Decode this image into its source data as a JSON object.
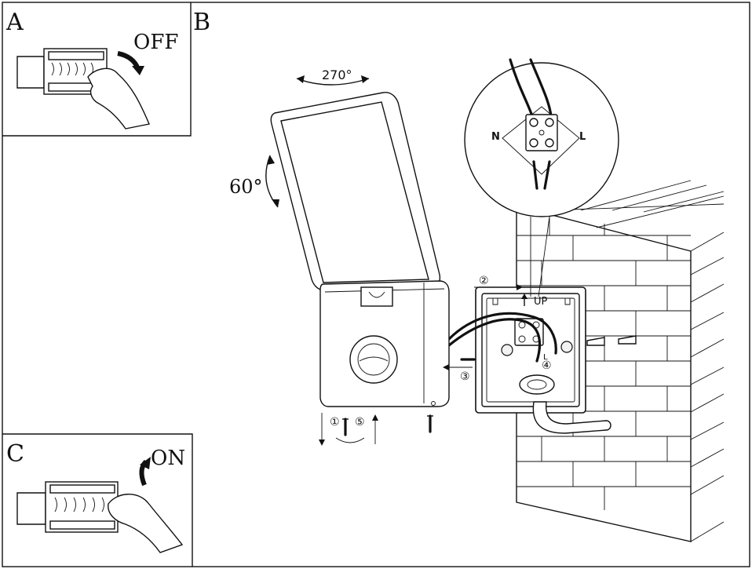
{
  "panels": {
    "a": {
      "letter": "A",
      "action": "OFF"
    },
    "b": {
      "letter": "B"
    },
    "c": {
      "letter": "C",
      "action": "ON"
    }
  },
  "rotation": {
    "horizontal": "270°",
    "vertical": "60°"
  },
  "wiring": {
    "neutral": "N",
    "live": "L",
    "box_live": "L",
    "up_mark": "UP"
  },
  "steps": [
    "①",
    "②",
    "③",
    "④",
    "⑤"
  ],
  "icons": [
    "breaker-icon",
    "hand-icon",
    "curved-arrow-icon",
    "screw-icon",
    "wall-plug-icon",
    "terminal-block-icon"
  ]
}
